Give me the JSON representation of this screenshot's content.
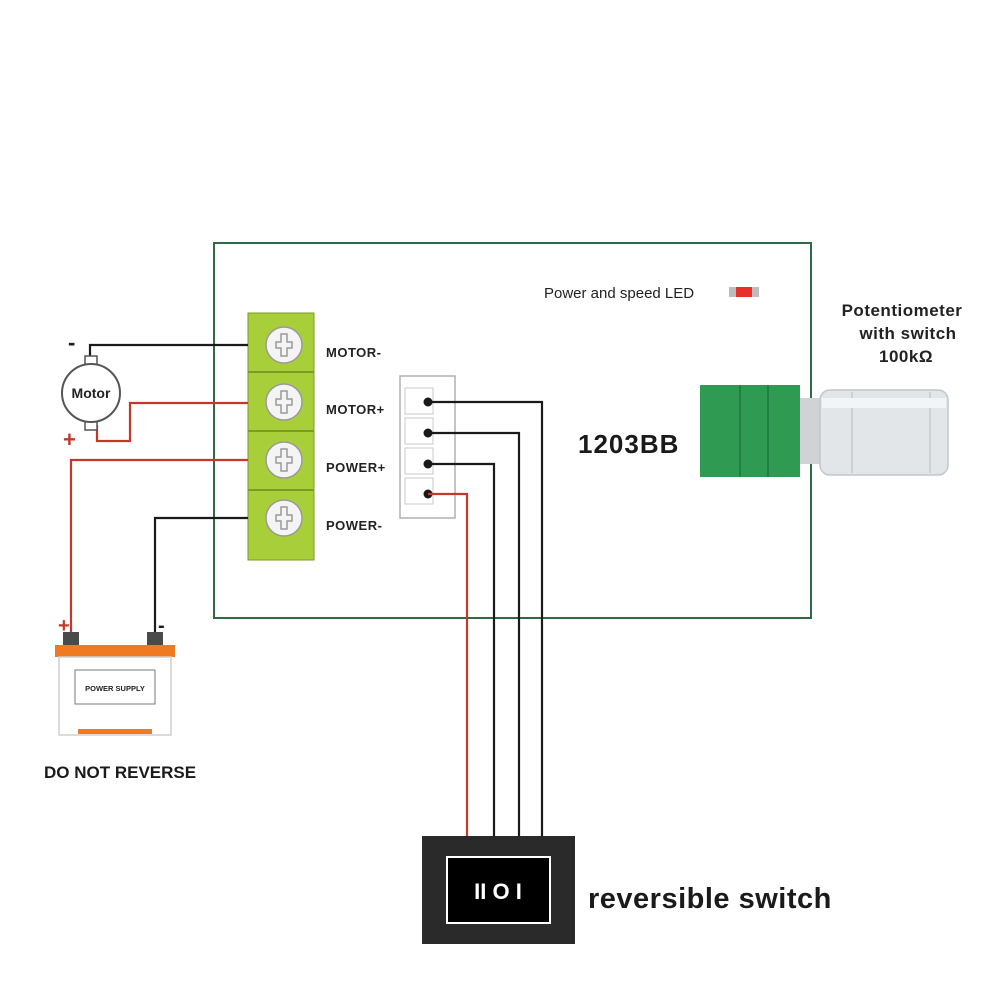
{
  "board": {
    "model": "1203BB",
    "led_label": "Power and speed LED",
    "terminals": [
      "MOTOR-",
      "MOTOR+",
      "POWER+",
      "POWER-"
    ]
  },
  "potentiometer": {
    "label_line1": "Potentiometer",
    "label_line2": "with switch",
    "label_line3": "100kΩ"
  },
  "motor": {
    "label": "Motor",
    "minus": "-",
    "plus": "+"
  },
  "battery": {
    "label": "POWER SUPPLY",
    "plus": "+",
    "minus": "-",
    "warning": "DO NOT REVERSE"
  },
  "switch": {
    "label": "reversible switch",
    "symbols": "II O I"
  },
  "colors": {
    "board_outline": "#2e6b45",
    "terminal_green": "#a8cf3a",
    "wire_red": "#c0392b",
    "wire_black": "#1a1a1a",
    "pot_green": "#2e9a52",
    "battery_orange": "#f07a1f",
    "led_red": "#e8302a"
  }
}
